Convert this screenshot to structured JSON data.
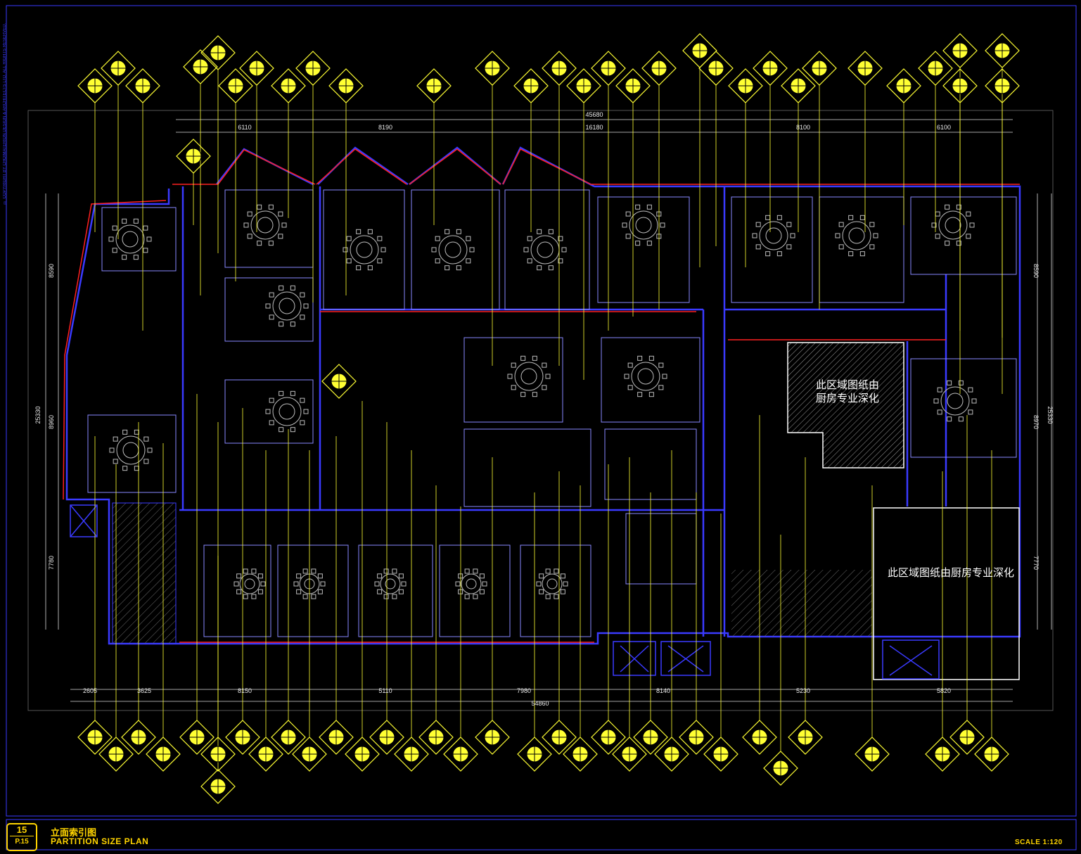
{
  "copyright": "© COPYRIGHT BY CHOIMATERION DESIGN & ARCHITECTS LTD. ALL RIGHTS RESERVED.",
  "sheet": {
    "number": "15",
    "page": "P.15",
    "title_cn": "立面索引图",
    "title_en": "PARTITION SIZE PLAN",
    "scale": "SCALE  1:120"
  },
  "notes": {
    "kitchen_zone_1_line1": "此区域图纸由",
    "kitchen_zone_1_line2": "厨房专业深化",
    "kitchen_zone_2": "此区域图纸由厨房专业深化"
  },
  "dimensions": {
    "top_total": "45680",
    "top_segments": [
      "6110",
      "8190",
      "16180",
      "8100",
      "6100"
    ],
    "bottom_total": "54860",
    "bottom_segments": [
      "2605",
      "3625",
      "8150",
      "5110",
      "7980",
      "8140",
      "5230",
      "5820"
    ],
    "left_total": "25330",
    "left_segments": [
      "8590",
      "8960",
      "7780"
    ],
    "right_total": "25330",
    "right_segments": [
      "8590",
      "8970",
      "7770"
    ]
  },
  "colors": {
    "background": "#000000",
    "walls": "#3a3aff",
    "partition": "#ff2020",
    "index_symbol": "#ffff33",
    "text": "#ffffff",
    "furniture": "#bdbdbd"
  }
}
